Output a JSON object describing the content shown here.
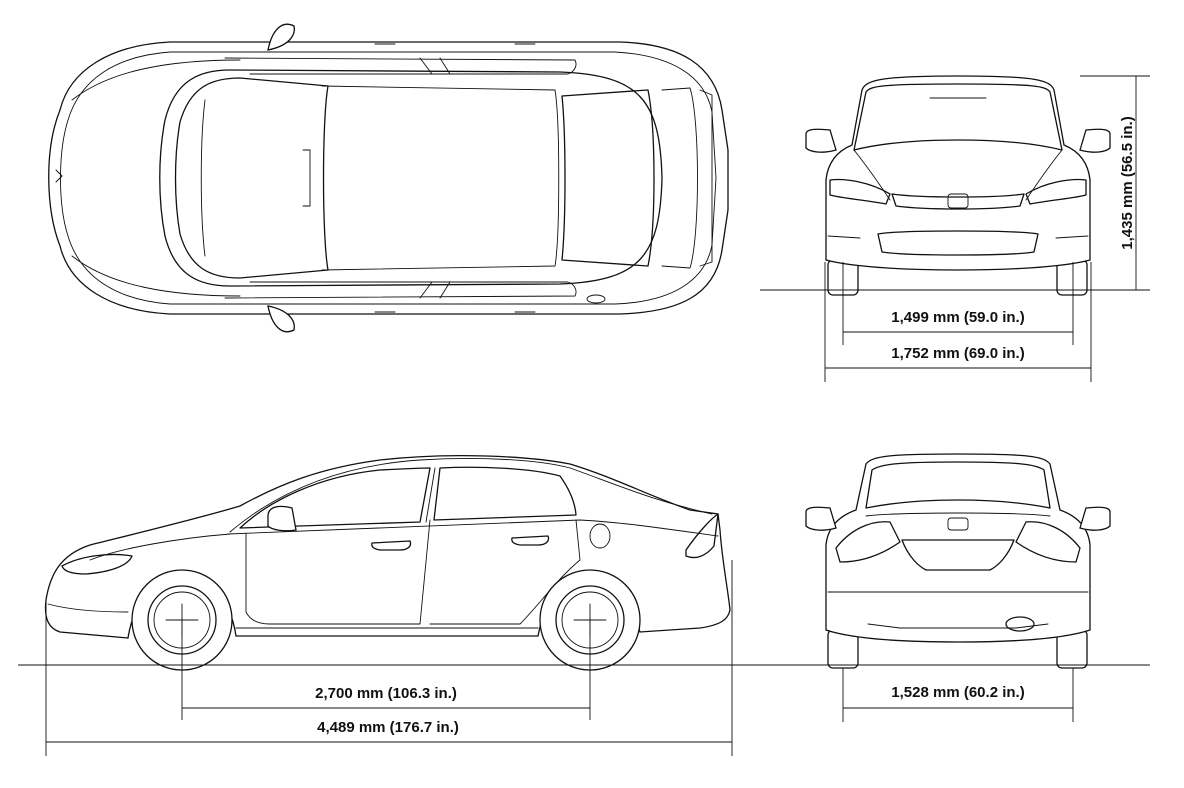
{
  "dimensions": {
    "wheelbase": "2,700 mm (106.3 in.)",
    "overall_length": "4,489 mm (176.7 in.)",
    "front_track": "1,499 mm (59.0 in.)",
    "overall_width": "1,752 mm (69.0 in.)",
    "overall_height": "1,435 mm (56.5 in.)",
    "rear_track": "1,528 mm (60.2 in.)"
  },
  "colors": {
    "line": "#111111",
    "background": "#ffffff"
  }
}
